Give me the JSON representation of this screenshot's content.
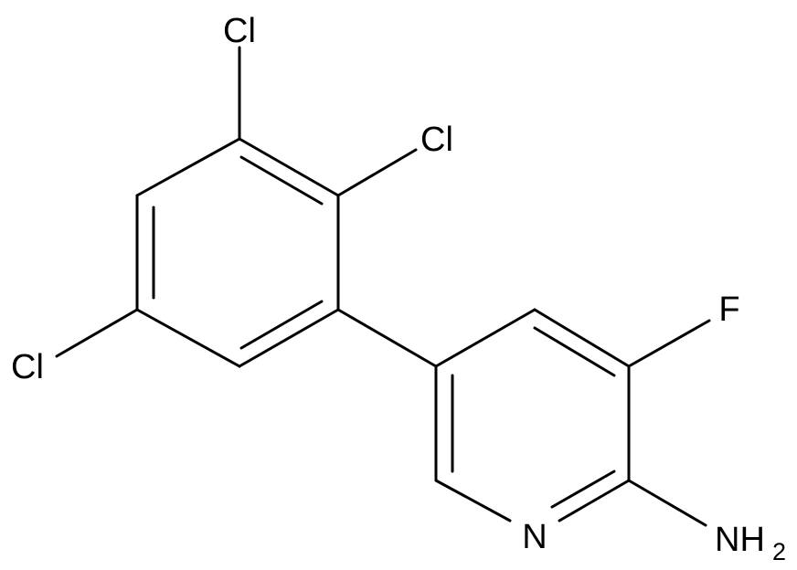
{
  "molecule": {
    "atoms": {
      "cl_top": "Cl",
      "cl_right": "Cl",
      "cl_left": "Cl",
      "fluorine": "F",
      "nitrogen": "N",
      "amine": "NH",
      "amine_subscript": "2"
    },
    "colors": {
      "bond": "#000000",
      "label": "#000000",
      "background": "#ffffff"
    }
  }
}
